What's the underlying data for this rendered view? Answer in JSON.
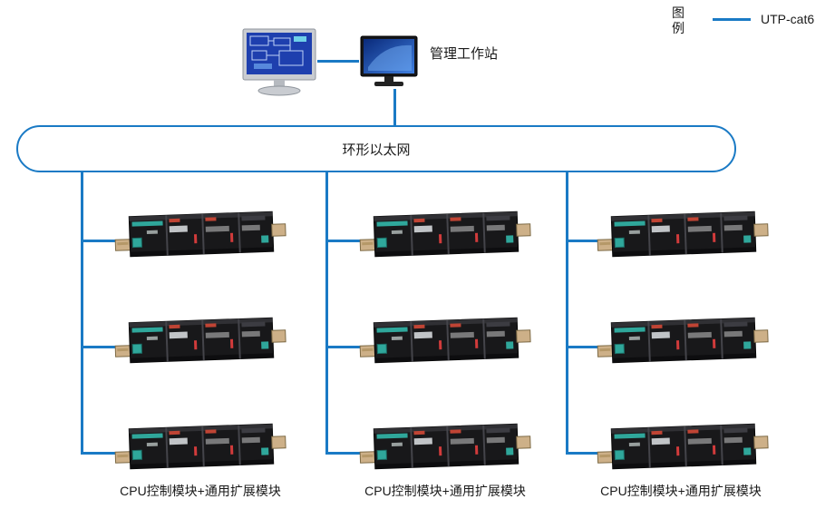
{
  "legend": {
    "title": "图例",
    "item": {
      "label": "UTP-cat6"
    }
  },
  "workstation": {
    "label": "管理工作站"
  },
  "ring": {
    "label": "环形以太网"
  },
  "columns": [
    {
      "label": "CPU控制模块+通用扩展模块"
    },
    {
      "label": "CPU控制模块+通用扩展模块"
    },
    {
      "label": "CPU控制模块+通用扩展模块"
    }
  ],
  "colors": {
    "line": "#1a7ac5"
  }
}
